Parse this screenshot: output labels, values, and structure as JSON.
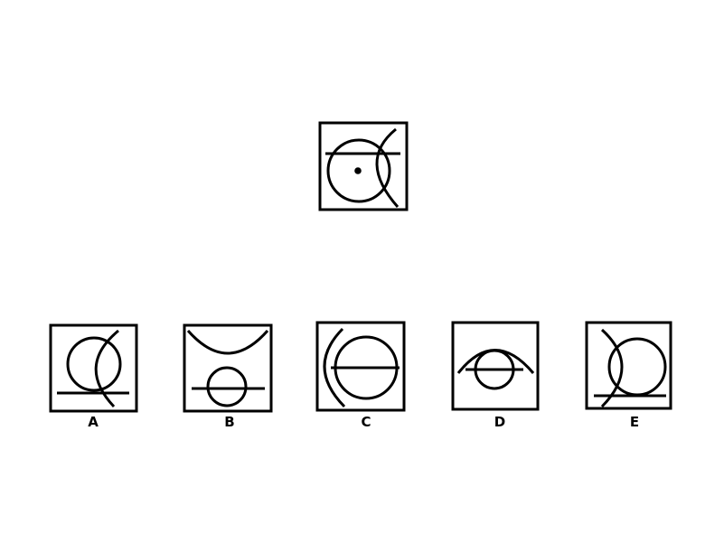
{
  "puzzle": {
    "options": [
      {
        "label": "A"
      },
      {
        "label": "B"
      },
      {
        "label": "C"
      },
      {
        "label": "D"
      },
      {
        "label": "E"
      }
    ]
  },
  "colors": {
    "ink": "#000000",
    "background": "#ffffff"
  }
}
